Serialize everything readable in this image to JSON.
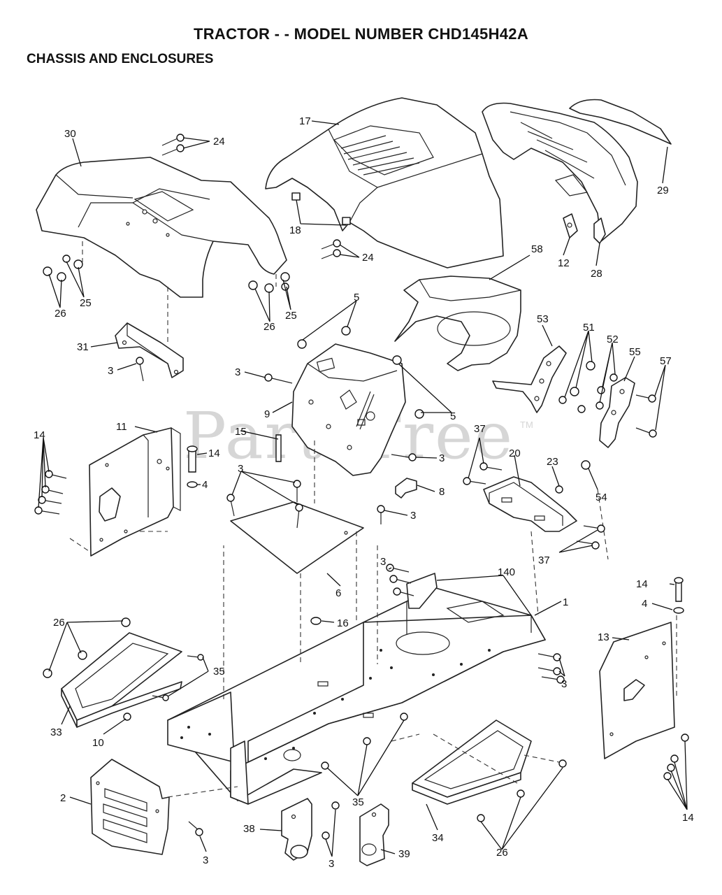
{
  "header": {
    "title": "TRACTOR - - MODEL NUMBER CHD145H42A",
    "subtitle": "CHASSIS AND ENCLOSURES"
  },
  "watermark": {
    "text": "PartsTree",
    "tm": "TM"
  },
  "callouts": {
    "c17": "17",
    "c30": "30",
    "c24a": "24",
    "c24b": "24",
    "c18": "18",
    "c12": "12",
    "c28": "28",
    "c29": "29",
    "c58": "58",
    "c26a": "26",
    "c25a": "25",
    "c26b": "26",
    "c25b": "25",
    "c5a": "5",
    "c5b": "5",
    "c31": "31",
    "c3a": "3",
    "c3b": "3",
    "c9": "9",
    "c53": "53",
    "c51": "51",
    "c52": "52",
    "c55": "55",
    "c57": "57",
    "c11": "11",
    "c14a": "14",
    "c14b": "14",
    "c4a": "4",
    "c15": "15",
    "c3c": "3",
    "c37a": "37",
    "c20": "20",
    "c23": "23",
    "c3d": "3",
    "c8": "8",
    "c3e": "3",
    "c54": "54",
    "c37b": "37",
    "c3f": "3",
    "c140": "140",
    "c6": "6",
    "c1": "1",
    "c14c": "14",
    "c4b": "4",
    "c26c": "26",
    "c16": "16",
    "c13": "13",
    "c35a": "35",
    "c3g": "3",
    "c33": "33",
    "c10": "10",
    "c2": "2",
    "c35b": "35",
    "c14d": "14",
    "c3h": "3",
    "c38": "38",
    "c3i": "3",
    "c39": "39",
    "c34": "34",
    "c26d": "26"
  }
}
